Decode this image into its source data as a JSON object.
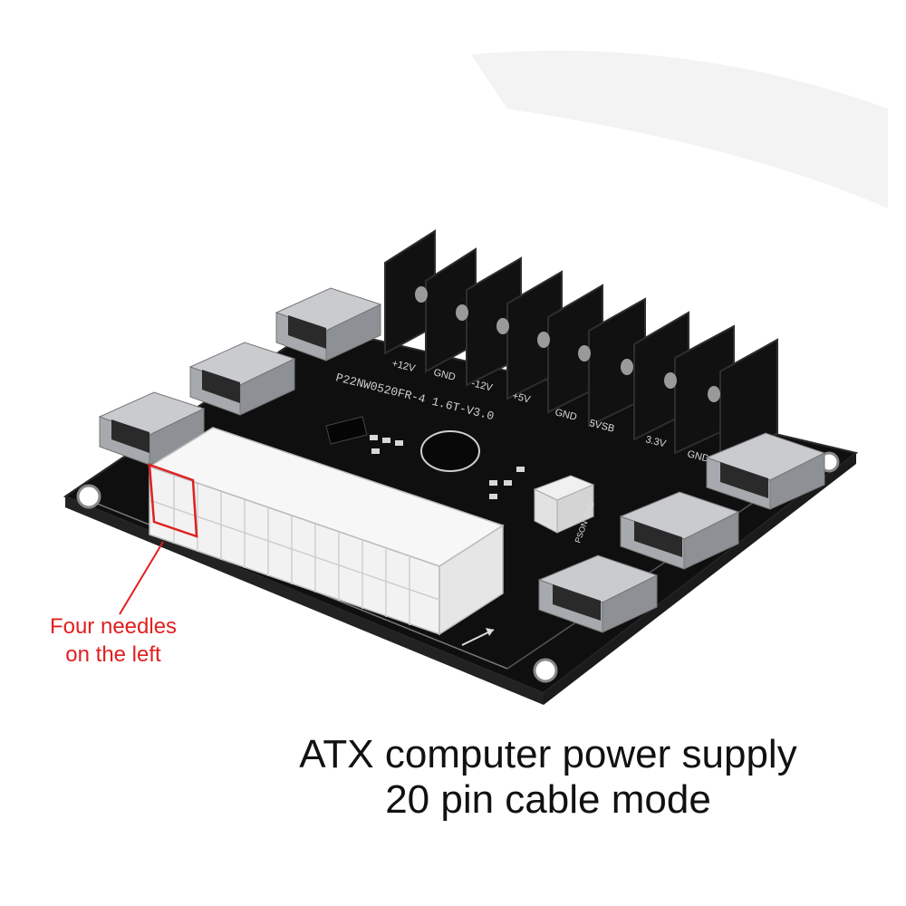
{
  "callout": {
    "line1": "Four needles",
    "line2": "on the left",
    "color": "#e02020"
  },
  "caption": {
    "line1": "ATX computer power supply",
    "line2": "20 pin cable mode"
  },
  "board": {
    "model_text": "P22NW0520FR-4 1.6T-V3.0",
    "terminal_labels": [
      "+12V",
      "GND",
      "-12V",
      "+5V",
      "GND",
      "5VSB",
      "3.3V",
      "GND"
    ],
    "switch_label": "PSON GND",
    "colors": {
      "pcb": "#121212",
      "connector": "#f5f5f5",
      "usb_metal": "#b9bcc0",
      "heatsink": "#1a1a1a",
      "highlight": "#e02020"
    }
  }
}
